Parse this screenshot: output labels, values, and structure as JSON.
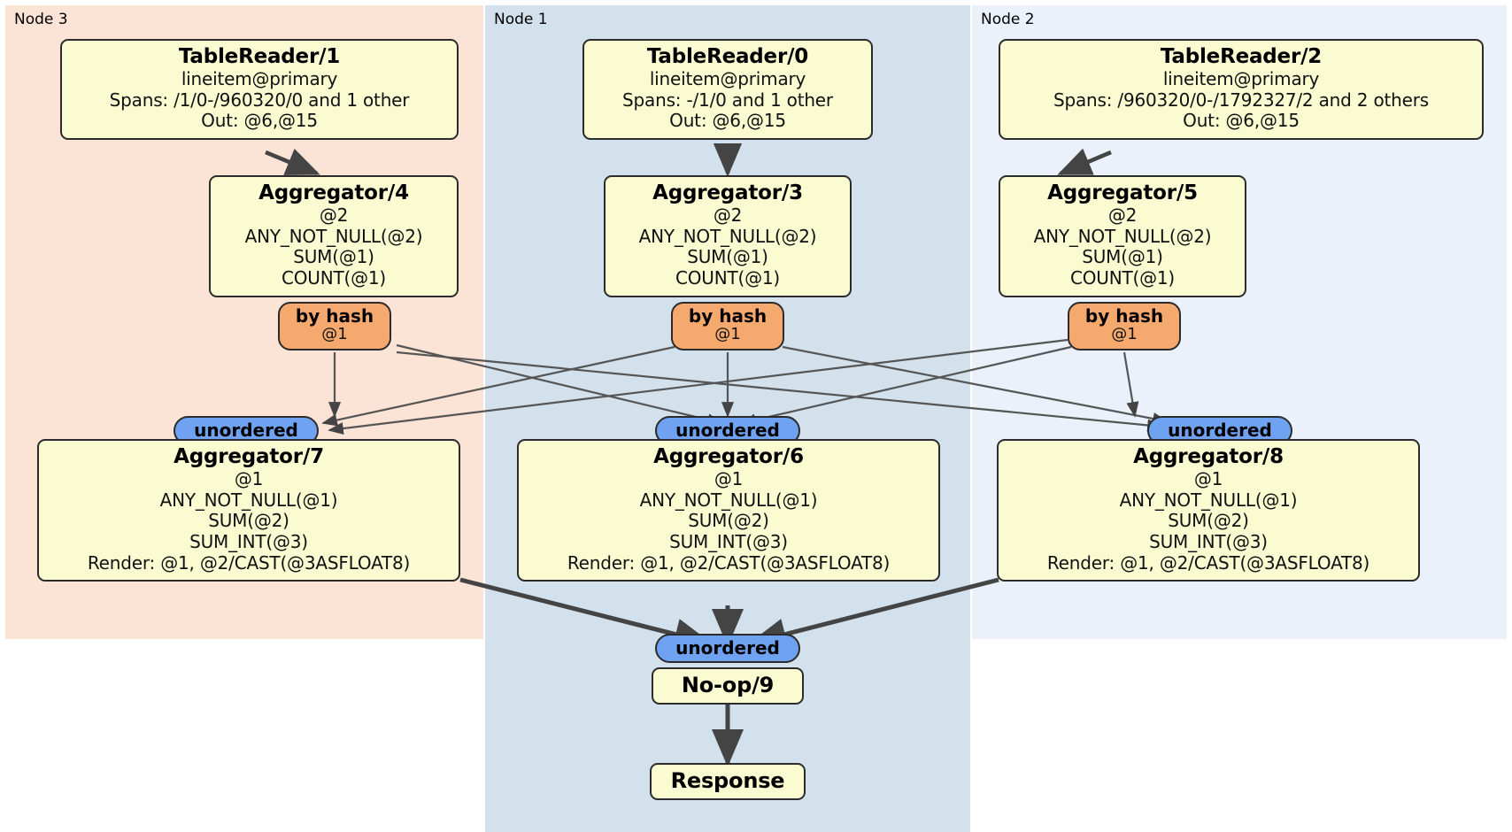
{
  "diagram": {
    "type": "distributed-query-plan",
    "colors": {
      "node3_panel": "#fbe3d5",
      "node1_panel": "#d2e1eb",
      "node2_panel": "#eaf1fb",
      "processor_box": "#fbfbd2",
      "hash_router": "#f6a96e",
      "unordered_synchronizer": "#6fa2f0",
      "edge": "#444444",
      "border": "#2b2b2b"
    },
    "nodes": [
      {
        "id": "node3",
        "label": "Node 3"
      },
      {
        "id": "node1",
        "label": "Node 1"
      },
      {
        "id": "node2",
        "label": "Node 2"
      }
    ],
    "processors": {
      "tablereader1": {
        "title": "TableReader/1",
        "lines": [
          "lineitem@primary",
          "Spans: /1/0-/960320/0 and 1 other",
          "Out: @6,@15"
        ]
      },
      "tablereader0": {
        "title": "TableReader/0",
        "lines": [
          "lineitem@primary",
          "Spans: -/1/0 and 1 other",
          "Out: @6,@15"
        ]
      },
      "tablereader2": {
        "title": "TableReader/2",
        "lines": [
          "lineitem@primary",
          "Spans: /960320/0-/1792327/2 and 2 others",
          "Out: @6,@15"
        ]
      },
      "aggregator4": {
        "title": "Aggregator/4",
        "lines": [
          "@2",
          "ANY_NOT_NULL(@2)",
          "SUM(@1)",
          "COUNT(@1)"
        ]
      },
      "aggregator3": {
        "title": "Aggregator/3",
        "lines": [
          "@2",
          "ANY_NOT_NULL(@2)",
          "SUM(@1)",
          "COUNT(@1)"
        ]
      },
      "aggregator5": {
        "title": "Aggregator/5",
        "lines": [
          "@2",
          "ANY_NOT_NULL(@2)",
          "SUM(@1)",
          "COUNT(@1)"
        ]
      },
      "aggregator7": {
        "title": "Aggregator/7",
        "lines": [
          "@1",
          "ANY_NOT_NULL(@1)",
          "SUM(@2)",
          "SUM_INT(@3)",
          "Render: @1, @2/CAST(@3ASFLOAT8)"
        ]
      },
      "aggregator6": {
        "title": "Aggregator/6",
        "lines": [
          "@1",
          "ANY_NOT_NULL(@1)",
          "SUM(@2)",
          "SUM_INT(@3)",
          "Render: @1, @2/CAST(@3ASFLOAT8)"
        ]
      },
      "aggregator8": {
        "title": "Aggregator/8",
        "lines": [
          "@1",
          "ANY_NOT_NULL(@1)",
          "SUM(@2)",
          "SUM_INT(@3)",
          "Render: @1, @2/CAST(@3ASFLOAT8)"
        ]
      },
      "noop9": {
        "title": "No-op/9"
      },
      "response": {
        "title": "Response"
      }
    },
    "routers": {
      "hash_left": {
        "title": "by hash",
        "sub": "@1"
      },
      "hash_mid": {
        "title": "by hash",
        "sub": "@1"
      },
      "hash_right": {
        "title": "by hash",
        "sub": "@1"
      }
    },
    "synchronizers": {
      "unordered_left": {
        "label": "unordered"
      },
      "unordered_mid": {
        "label": "unordered"
      },
      "unordered_right": {
        "label": "unordered"
      },
      "unordered_final": {
        "label": "unordered"
      }
    }
  }
}
